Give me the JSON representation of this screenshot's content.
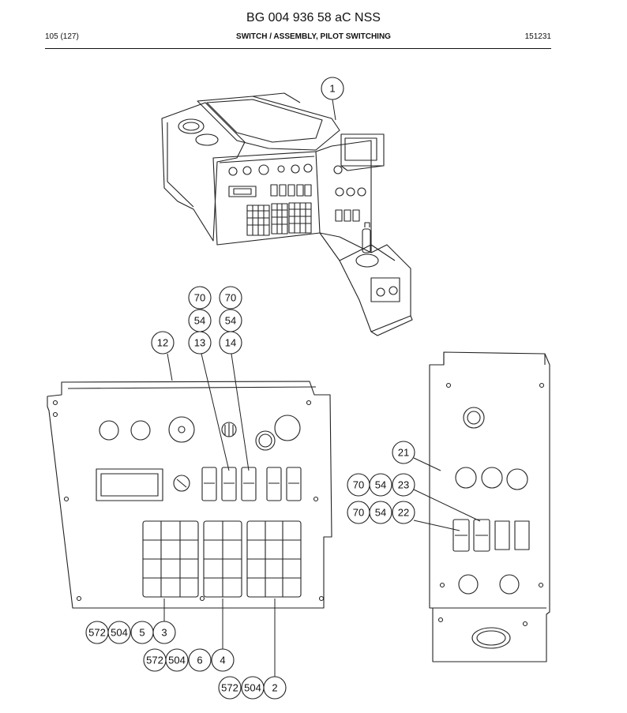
{
  "document": {
    "code": "BG 004 936 58 aC NSS",
    "page": "105 (127)",
    "title": "SWITCH / ASSEMBLY, PILOT SWITCHING",
    "ref": "151231"
  },
  "callouts": {
    "assembly": "1",
    "left_panel": "12",
    "left_col_a_top": "70",
    "left_col_a_mid": "54",
    "left_col_a_bottom": "13",
    "left_col_b_top": "70",
    "left_col_b_mid": "54",
    "left_col_b_bottom": "14",
    "row3": [
      "572",
      "504",
      "5",
      "3"
    ],
    "row4": [
      "572",
      "504",
      "6",
      "4"
    ],
    "row2": [
      "572",
      "504",
      "2"
    ],
    "right_panel": "21",
    "row23": [
      "70",
      "54",
      "23"
    ],
    "row22": [
      "70",
      "54",
      "22"
    ]
  }
}
